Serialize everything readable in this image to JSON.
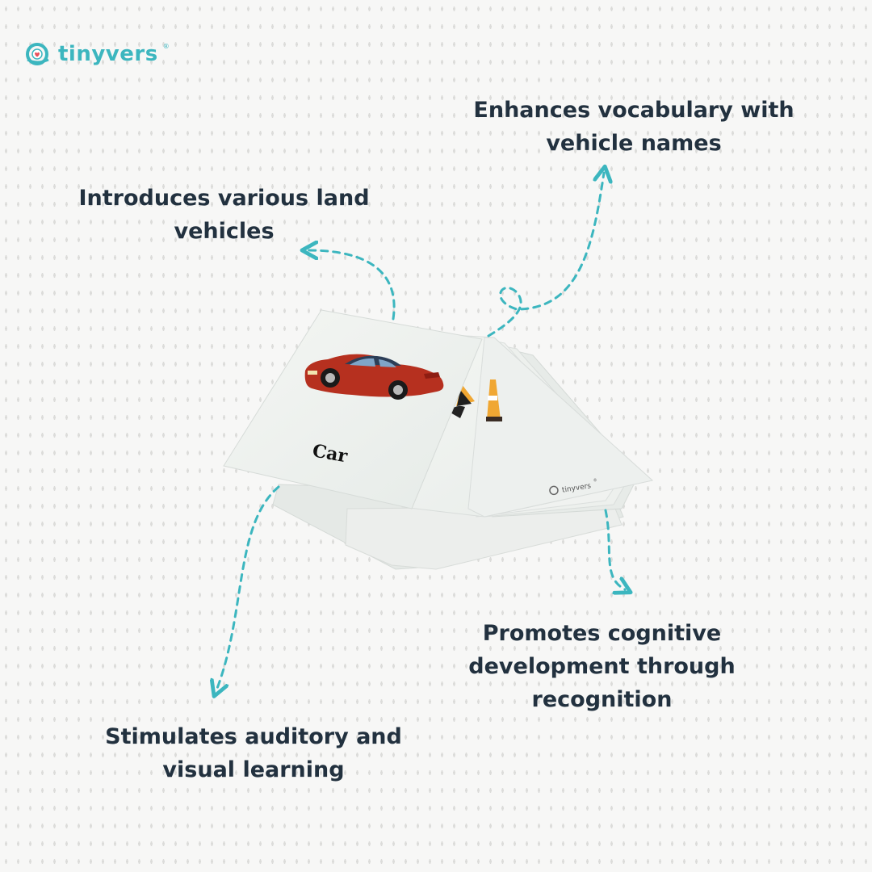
{
  "brand": {
    "name": "tinyvers",
    "registered": "®",
    "color": "#3cb6bf"
  },
  "features": [
    {
      "line1": "Introduces various land",
      "line2": "vehicles"
    },
    {
      "line1": "Enhances vocabulary with",
      "line2": "vehicle names"
    },
    {
      "line1": "Promotes cognitive",
      "line2": "development through",
      "line3": "recognition"
    },
    {
      "line1": "Stimulates auditory and",
      "line2": "visual learning"
    }
  ],
  "card": {
    "word": "Car",
    "brand": "tinyvers",
    "registered": "®"
  },
  "colors": {
    "text": "#22313f",
    "arrow": "#3cb6bf",
    "card": "#eef1ee",
    "car_body": "#b6301f"
  },
  "icons": [
    "tinyvers-logo-icon",
    "car-illustration",
    "traffic-cone-icon",
    "dashed-arrow-icon"
  ]
}
